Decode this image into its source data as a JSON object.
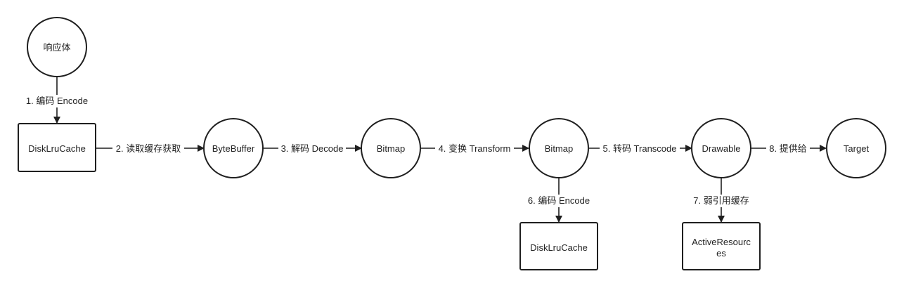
{
  "diagram": {
    "nodes": [
      {
        "id": "response_body",
        "label": "响应体",
        "shape": "circle"
      },
      {
        "id": "disk_lru_cache_1",
        "label": "DiskLruCache",
        "shape": "rect"
      },
      {
        "id": "byte_buffer",
        "label": "ByteBuffer",
        "shape": "circle"
      },
      {
        "id": "bitmap_1",
        "label": "Bitmap",
        "shape": "circle"
      },
      {
        "id": "bitmap_2",
        "label": "Bitmap",
        "shape": "circle"
      },
      {
        "id": "drawable",
        "label": "Drawable",
        "shape": "circle"
      },
      {
        "id": "target",
        "label": "Target",
        "shape": "circle"
      },
      {
        "id": "disk_lru_cache_2",
        "label": "DiskLruCache",
        "shape": "rect"
      },
      {
        "id": "active_resources",
        "label_line1": "ActiveResourc",
        "label_line2": "es",
        "shape": "rect"
      }
    ],
    "edges": [
      {
        "from": "response_body",
        "to": "disk_lru_cache_1",
        "label": "1. 编码 Encode"
      },
      {
        "from": "disk_lru_cache_1",
        "to": "byte_buffer",
        "label": "2. 读取缓存获取"
      },
      {
        "from": "byte_buffer",
        "to": "bitmap_1",
        "label": "3. 解码 Decode"
      },
      {
        "from": "bitmap_1",
        "to": "bitmap_2",
        "label": "4. 变换 Transform"
      },
      {
        "from": "bitmap_2",
        "to": "drawable",
        "label": "5. 转码 Transcode"
      },
      {
        "from": "bitmap_2",
        "to": "disk_lru_cache_2",
        "label": "6. 编码 Encode"
      },
      {
        "from": "drawable",
        "to": "active_resources",
        "label": "7. 弱引用缓存"
      },
      {
        "from": "drawable",
        "to": "target",
        "label": "8. 提供给"
      }
    ]
  }
}
